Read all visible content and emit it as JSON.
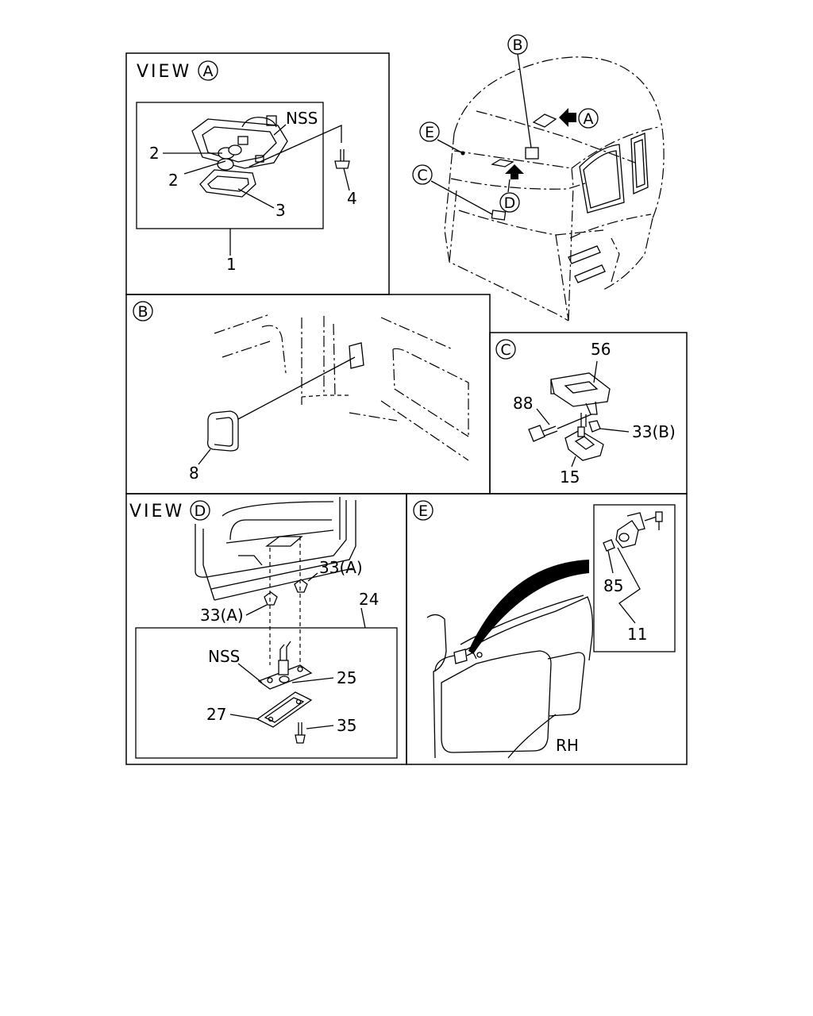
{
  "panels": {
    "view_a": {
      "title": "VIEW",
      "circle": "A",
      "labels": {
        "nss": "NSS",
        "p2a": "2",
        "p2b": "2",
        "p3": "3",
        "p4": "4",
        "p1": "1"
      }
    },
    "overview": {
      "callouts": {
        "b": "B",
        "a": "A",
        "e": "E",
        "c": "C",
        "d": "D"
      }
    },
    "panel_b": {
      "circle": "B",
      "labels": {
        "p8": "8"
      }
    },
    "panel_c": {
      "circle": "C",
      "labels": {
        "p56": "56",
        "p88": "88",
        "p33b": "33(B)",
        "p15": "15"
      }
    },
    "view_d": {
      "title": "VIEW",
      "circle": "D",
      "labels": {
        "p33a_right": "33(A)",
        "p33a_left": "33(A)",
        "p24": "24",
        "nss": "NSS",
        "p25": "25",
        "p27": "27",
        "p35": "35"
      }
    },
    "panel_e": {
      "circle": "E",
      "labels": {
        "p85": "85",
        "p11": "11",
        "rh": "RH"
      }
    }
  }
}
